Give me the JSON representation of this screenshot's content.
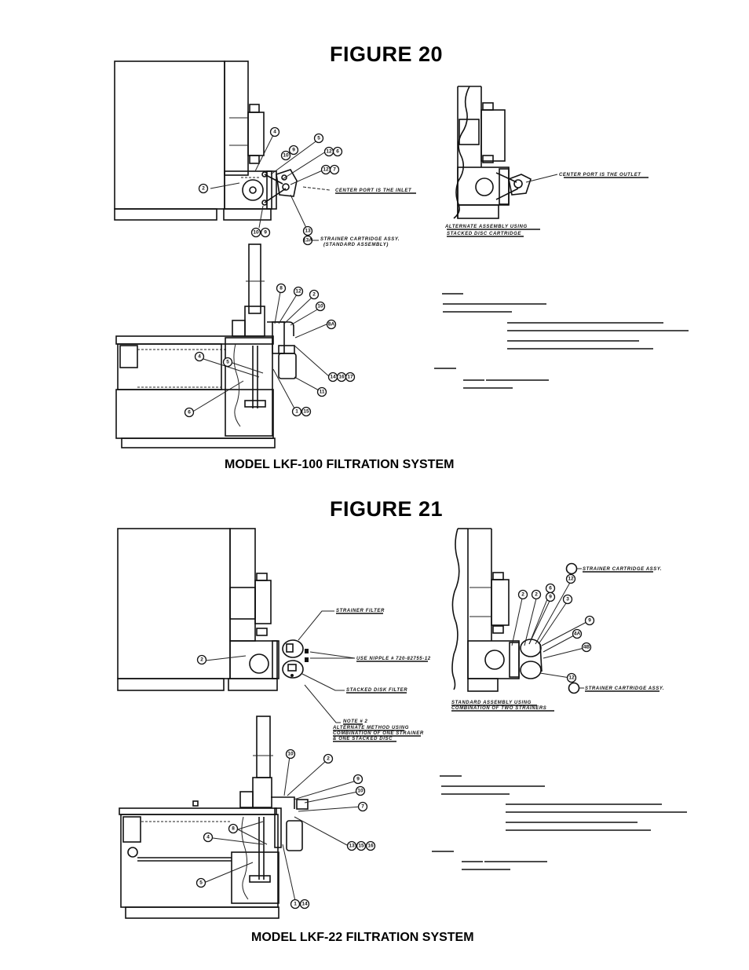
{
  "page": {
    "figures": [
      {
        "title": "FIGURE 20",
        "caption": "MODEL LKF-100 FILTRATION SYSTEM",
        "front_view": {
          "callouts": [
            "4",
            "5",
            "10",
            "9",
            "12",
            "6",
            "12",
            "7",
            "2",
            "10",
            "9",
            "13",
            "13A"
          ],
          "notes": {
            "inlet": "CENTER PORT IS THE INLET",
            "strainer_line1": "STRAINER CARTRIDGE ASSY.",
            "strainer_line2": "(STANDARD ASSEMBLY)"
          }
        },
        "side_view": {
          "notes": {
            "outlet": "CENTER PORT IS THE OUTLET",
            "alt_line1": "ALTERNATE ASSEMBLY USING",
            "alt_line2": "STACKED DISC CARTRIDGE"
          }
        },
        "top_view": {
          "callouts": [
            "8",
            "12",
            "2",
            "10",
            "8A",
            "4",
            "5",
            "6",
            "14",
            "16",
            "17",
            "11",
            "1",
            "15"
          ]
        }
      },
      {
        "title": "FIGURE 21",
        "caption": "MODEL LKF-22 FILTRATION SYSTEM",
        "front_view": {
          "callouts": [
            "2"
          ],
          "notes": {
            "strainer": "STRAINER FILTER",
            "nipple": "USE NIPPLE # 720-82755-12",
            "stacked": "STACKED DISK FILTER",
            "note_head": "NOTE # 2",
            "note_line1": "ALTERNATE METHOD USING",
            "note_line2": "COMBINATION OF ONE STRAINER",
            "note_line3": "& ONE STACKED DISC"
          }
        },
        "side_view": {
          "callouts": [
            "2",
            "2",
            "6",
            "9",
            "12",
            "3",
            "9",
            "4A",
            "4B",
            "12"
          ],
          "notes": {
            "cartridge_top": "STRAINER CARTRIDGE ASSY.",
            "cartridge_bottom": "STRAINER CARTRIDGE ASSY.",
            "std_line1": "STANDARD ASSEMBLY USING",
            "std_line2": "COMBINATION OF TWO STRAINERS"
          }
        },
        "top_view": {
          "callouts": [
            "10",
            "2",
            "9",
            "10",
            "7",
            "8",
            "4",
            "13",
            "15",
            "16",
            "5",
            "1",
            "14"
          ]
        }
      }
    ]
  }
}
